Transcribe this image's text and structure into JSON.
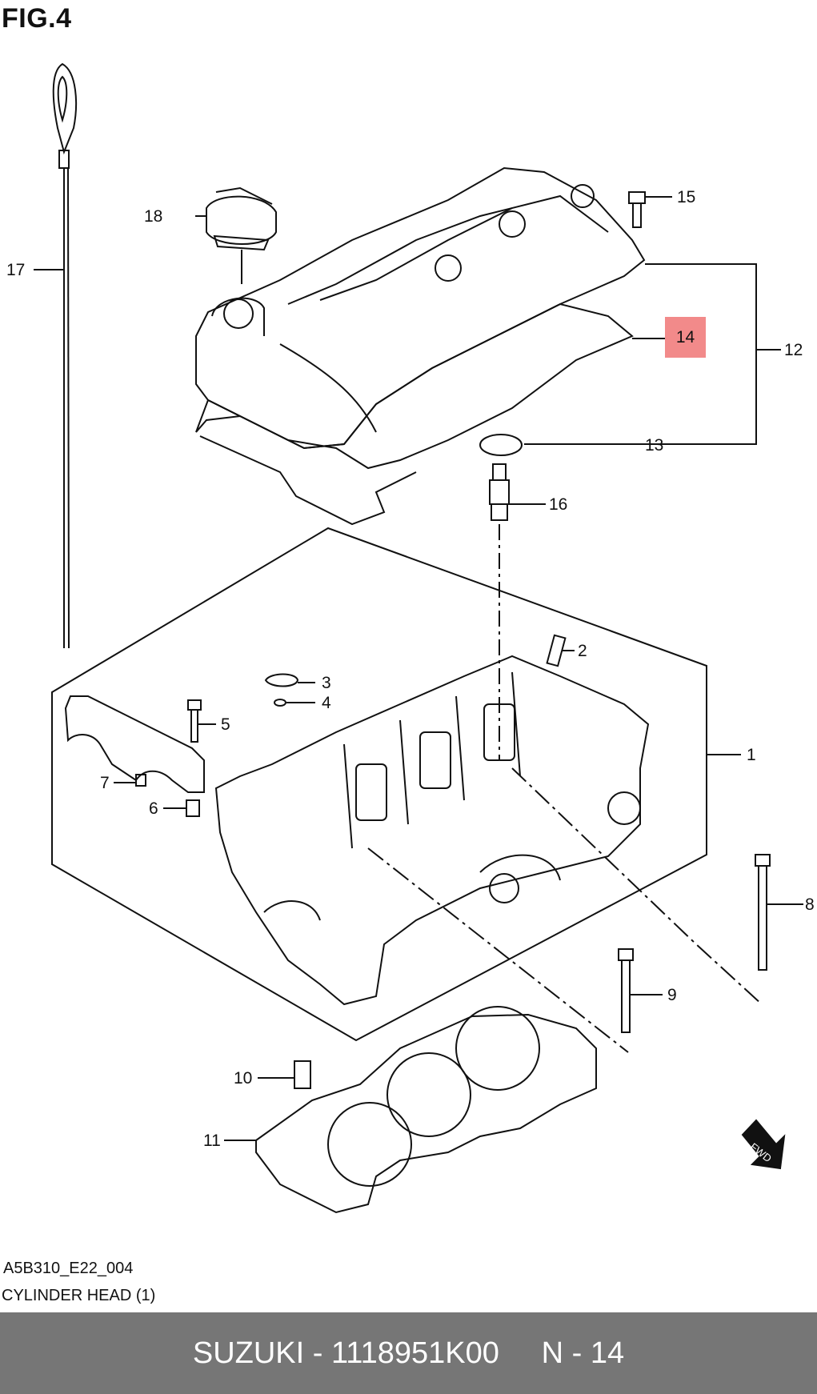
{
  "figure": {
    "title": "FIG.4"
  },
  "callouts": {
    "c1": "1",
    "c2": "2",
    "c3": "3",
    "c4": "4",
    "c5": "5",
    "c6": "6",
    "c7": "7",
    "c8": "8",
    "c9": "9",
    "c10": "10",
    "c11": "11",
    "c12": "12",
    "c13": "13",
    "c14": "14",
    "c15": "15",
    "c16": "16",
    "c17": "17",
    "c18": "18"
  },
  "highlighted_callout": "14",
  "fwd_label": "FWD",
  "drawing": {
    "code": "A5B310_E22_004",
    "caption": "CYLINDER HEAD (1)"
  },
  "footer": {
    "text": "SUZUKI - 1118951K00     N - 14"
  },
  "colors": {
    "highlight": "#f28a8a",
    "footer_bg": "#767676"
  }
}
